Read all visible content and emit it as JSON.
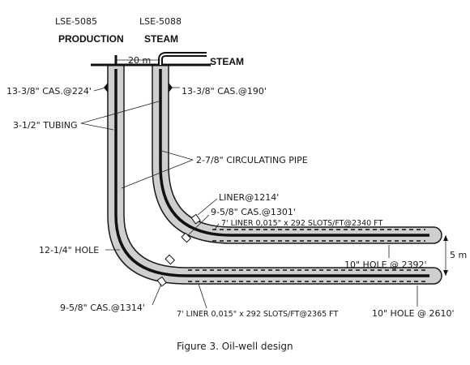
{
  "wells": {
    "production_id": "LSE-5085",
    "steam_id": "LSE-5088",
    "production_label": "PRODUCTION",
    "steam_label": "STEAM",
    "spacing": "20 m"
  },
  "steam_inlet": "STEAM",
  "labels": {
    "cas_224": "13-3/8\" CAS.@224'",
    "cas_190": "13-3/8\" CAS.@190'",
    "tubing": "3-1/2\" TUBING",
    "circ_pipe": "2-7/8\" CIRCULATING PIPE",
    "liner_1214": "LINER@1214'",
    "cas_1301": "9-5/8\" CAS.@1301'",
    "liner_upper": "7' LINER 0,015\" x 292 SLOTS/FT@2340 FT",
    "hole_1214": "12-1/4\" HOLE",
    "hole_2392": "10\" HOLE @ 2392'",
    "vertical_spacing": "5 m",
    "cas_1314": "9-5/8\" CAS.@1314'",
    "liner_lower": "7' LINER 0,015\" x 292 SLOTS/FT@2365 FT",
    "hole_2610": "10\" HOLE @ 2610'"
  },
  "caption": "Figure 3. Oil-well design",
  "colors": {
    "casing_fill": "#cfcfcf",
    "outline": "#1a1a1a",
    "pipe": "#111111"
  }
}
